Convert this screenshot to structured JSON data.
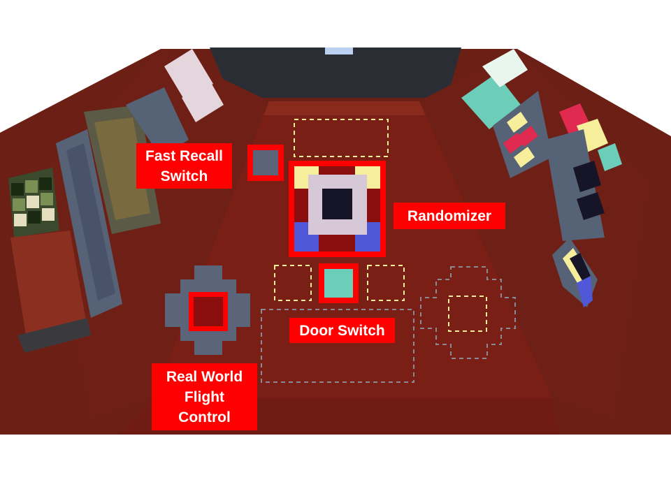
{
  "scene": {
    "description_colors": {
      "wall": "#6e2117",
      "wall_dark": "#4a150f",
      "floor": "#7a2016",
      "panel_grey": "#5b6478",
      "highlight_red": "#ff0000",
      "teal": "#6ccdb8",
      "navy": "#161427",
      "yellow": "#f6ee9a",
      "blue": "#5058d8",
      "lavender": "#d6c8d6"
    }
  },
  "labels": {
    "fast_recall": "Fast Recall\nSwitch",
    "randomizer": "Randomizer",
    "door_switch": "Door Switch",
    "real_world": "Real World\nFlight\nControl"
  }
}
